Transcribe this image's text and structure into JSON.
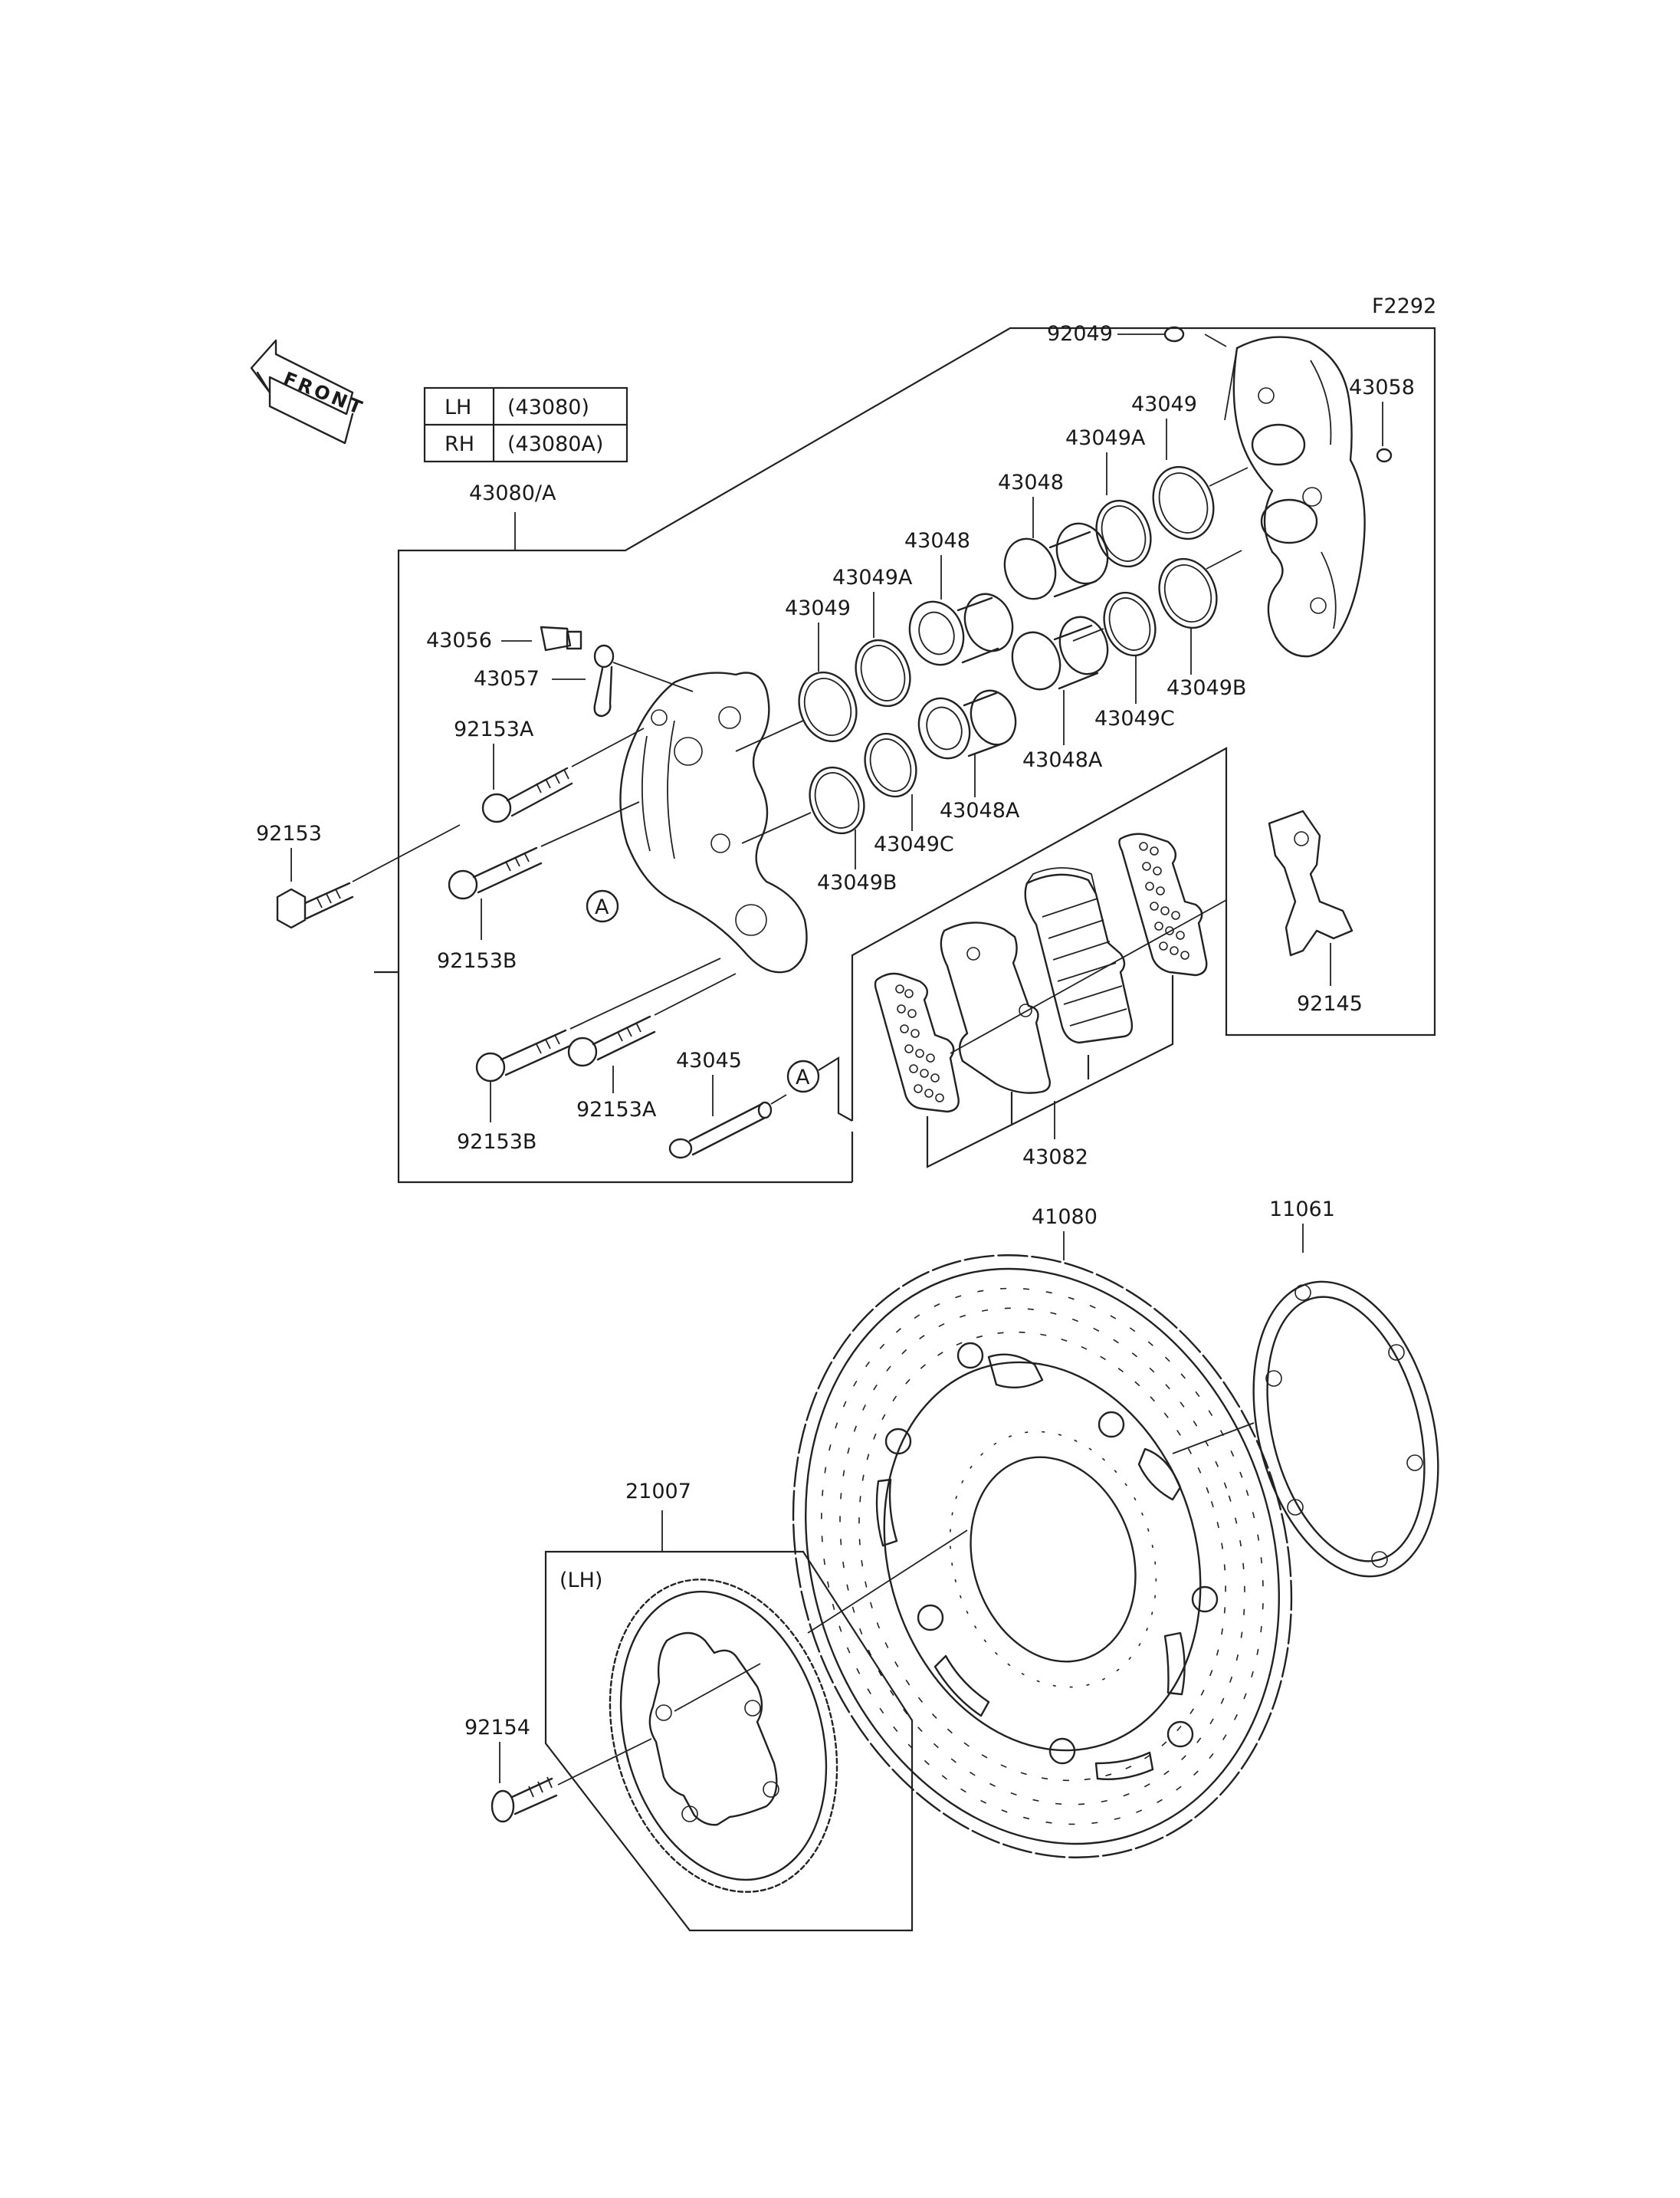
{
  "figure_code": "F2292",
  "front_arrow": "FRONT",
  "variant_table": [
    {
      "side": "LH",
      "part": "(43080)"
    },
    {
      "side": "RH",
      "part": "(43080A)"
    }
  ],
  "labels": {
    "p43080A": "43080/A",
    "p92049": "92049",
    "p43058": "43058",
    "p43049_r": "43049",
    "p43049A_r": "43049A",
    "p43048_r": "43048",
    "p43048_l": "43048",
    "p43049A_l": "43049A",
    "p43049_l": "43049",
    "p43056": "43056",
    "p43057": "43057",
    "p92153A_t": "92153A",
    "p92153": "92153",
    "p92153B_t": "92153B",
    "p43049B_l": "43049B",
    "p43049C_l": "43049C",
    "p43048A_l": "43048A",
    "p43048A_r": "43048A",
    "p43049C_r": "43049C",
    "p43049B_r": "43049B",
    "p92145": "92145",
    "p43045": "43045",
    "p92153A_b": "92153A",
    "p92153B_b": "92153B",
    "p43082": "43082",
    "p41080": "41080",
    "p11061": "11061",
    "p21007": "21007",
    "lh_note": "(LH)",
    "p92154": "92154",
    "ref_a": "A"
  }
}
